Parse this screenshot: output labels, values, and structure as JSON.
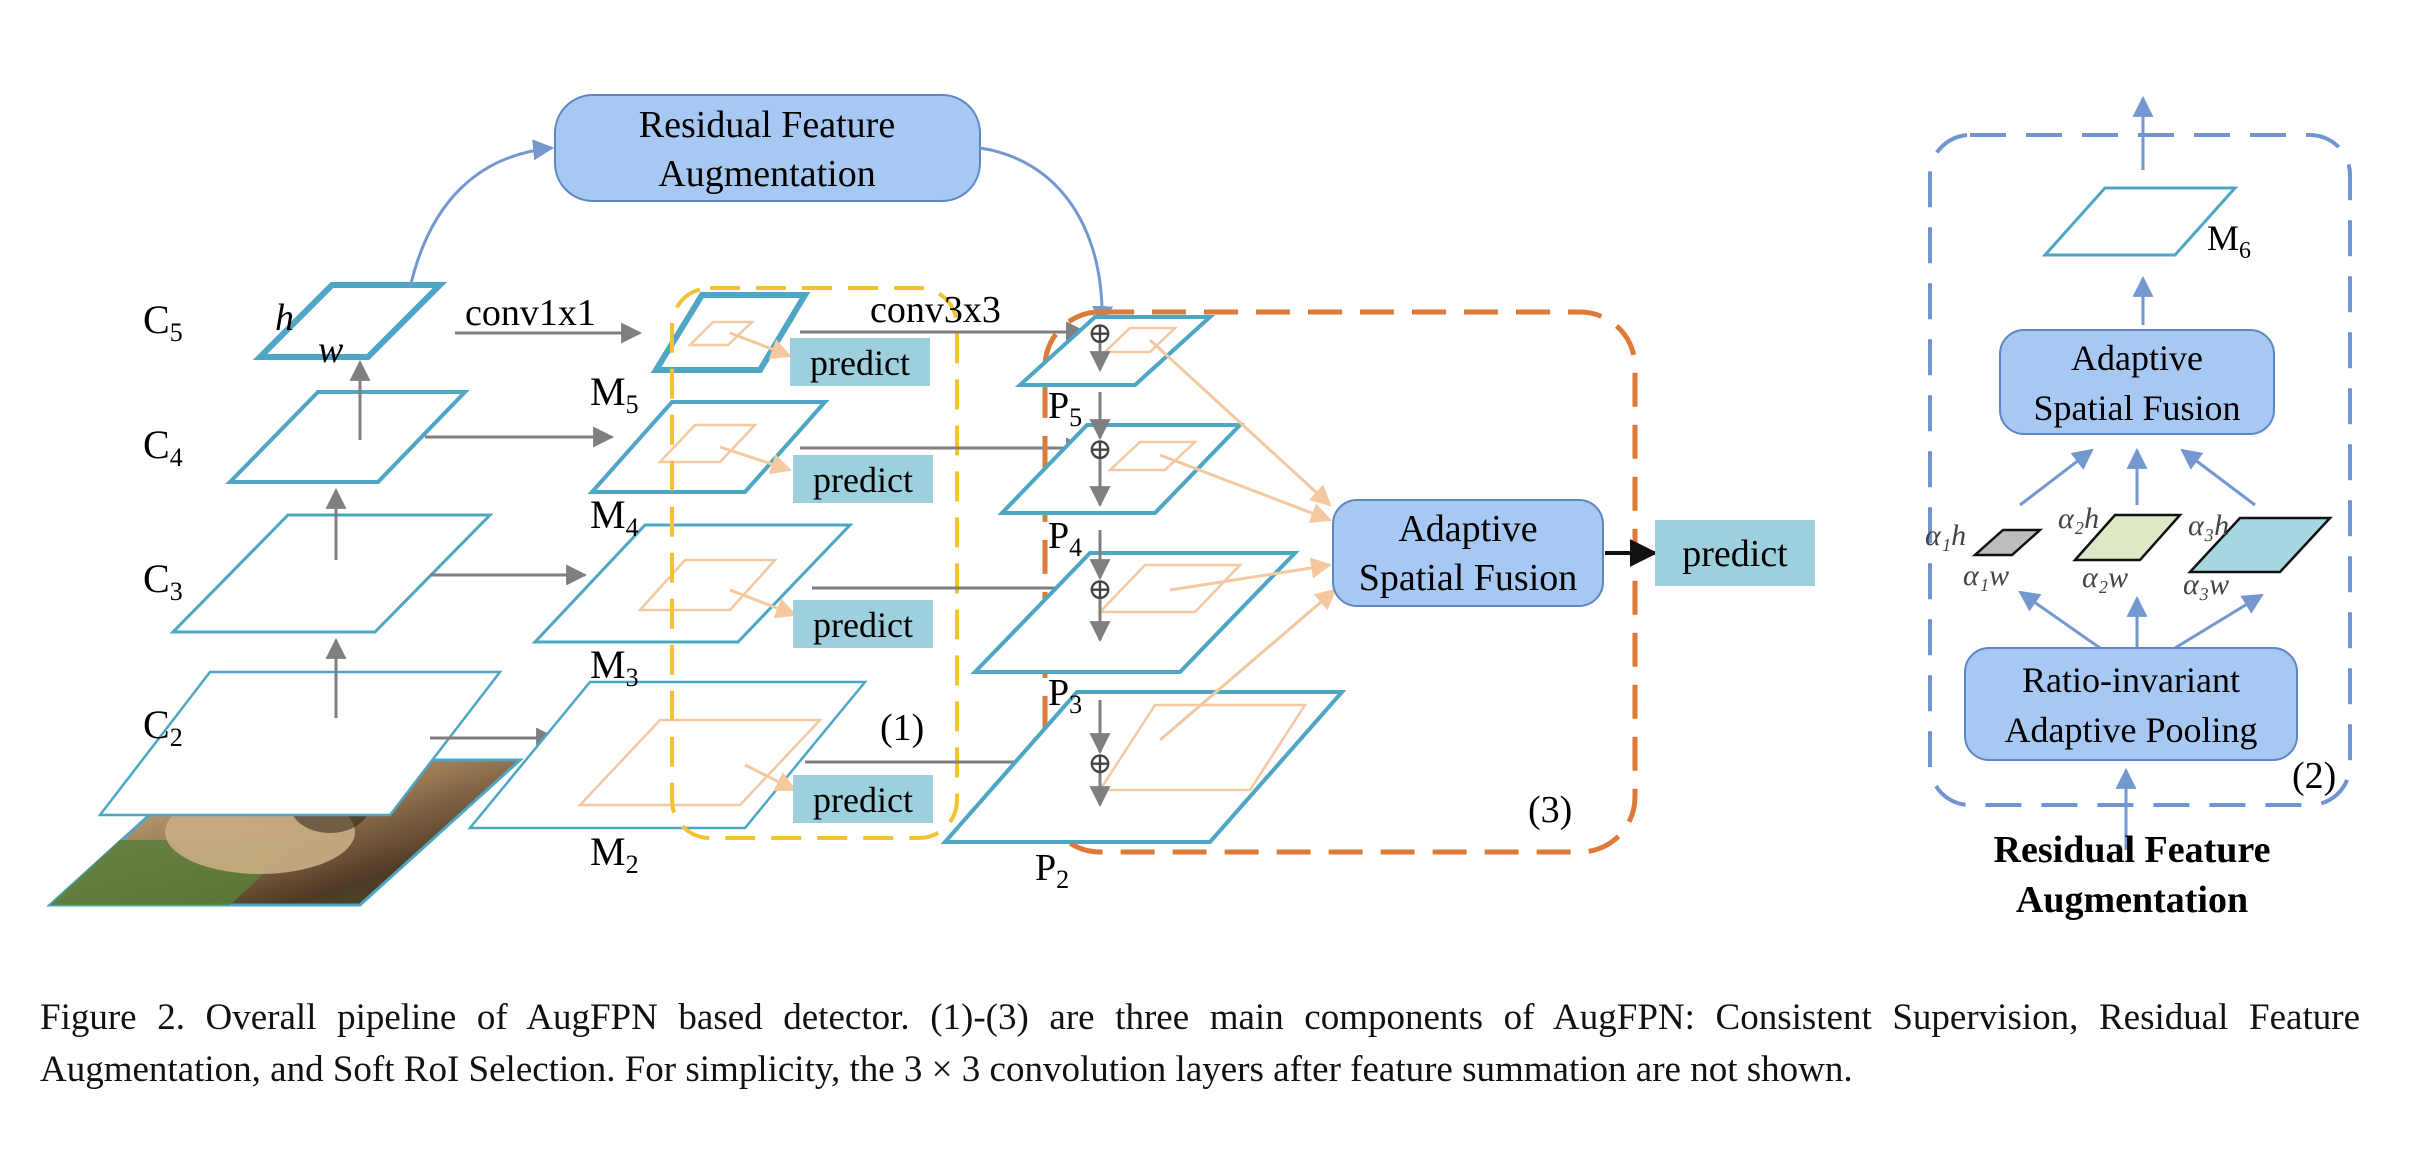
{
  "figure": {
    "rfa_box": {
      "line1": "Residual Feature",
      "line2": "Augmentation"
    },
    "backbone": {
      "labels": [
        {
          "name": "C",
          "sub": "5"
        },
        {
          "name": "C",
          "sub": "4"
        },
        {
          "name": "C",
          "sub": "3"
        },
        {
          "name": "C",
          "sub": "2"
        }
      ],
      "dim_h": "h",
      "dim_w": "w"
    },
    "lateral": {
      "conv1x1": "conv1x1",
      "conv3x3": "conv3x3",
      "m_labels": [
        {
          "name": "M",
          "sub": "5"
        },
        {
          "name": "M",
          "sub": "4"
        },
        {
          "name": "M",
          "sub": "3"
        },
        {
          "name": "M",
          "sub": "2"
        }
      ]
    },
    "pyramid": {
      "p_labels": [
        {
          "name": "P",
          "sub": "5"
        },
        {
          "name": "P",
          "sub": "4"
        },
        {
          "name": "P",
          "sub": "3"
        },
        {
          "name": "P",
          "sub": "2"
        }
      ],
      "sum_symbol": "⊕"
    },
    "predict_label": "predict",
    "component_1": "(1)",
    "component_2": "(2)",
    "component_3": "(3)",
    "asf_box": {
      "line1": "Adaptive",
      "line2": "Spatial Fusion"
    },
    "detail": {
      "m6": {
        "name": "M",
        "sub": "6"
      },
      "asf": {
        "line1": "Adaptive",
        "line2": "Spatial Fusion"
      },
      "rap": {
        "line1": "Ratio-invariant",
        "line2": "Adaptive Pooling"
      },
      "alphas": [
        {
          "h": "α₁h",
          "w": "α₁w"
        },
        {
          "h": "α₂h",
          "w": "α₂w"
        },
        {
          "h": "α₃h",
          "w": "α₃w"
        }
      ],
      "bottom_title": {
        "line1": "Residual Feature",
        "line2": "Augmentation"
      }
    },
    "colors": {
      "fpn_stroke": "#4da6c4",
      "box_fill": "#a7c8f2",
      "box_stroke": "#5e86c2",
      "predict_fill": "#9ecfdc",
      "yellow_dash": "#f2c232",
      "orange_dash": "#de7a37",
      "blue_dash": "#6f95d1",
      "peach": "#f4c8a0",
      "gray_arrow": "#7f7f7f",
      "flow_blue": "#7398cf"
    }
  },
  "caption": {
    "text": "Figure 2. Overall pipeline of AugFPN based detector. (1)-(3) are three main components of AugFPN: Consistent Supervision, Residual Feature Augmentation, and Soft RoI Selection. For simplicity, the 3 × 3 convolution layers after feature summation are not shown."
  }
}
